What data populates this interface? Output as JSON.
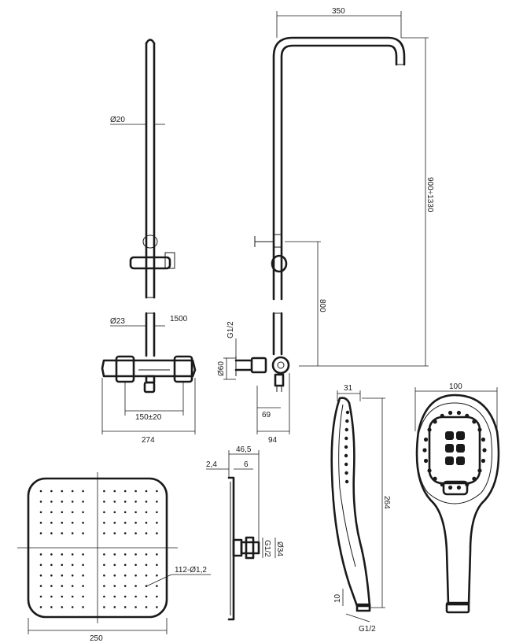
{
  "dimensions": {
    "arm_length": "350",
    "rail_height": "900÷1330",
    "rail_diameter": "Ø20",
    "thermostat_body": "Ø23",
    "hose_length": "1500",
    "mount_height": "800",
    "inlet_thread": "G1/2",
    "inlet_diameter": "Ø60",
    "offset_69": "69",
    "depth_94": "94",
    "spacing": "150±20",
    "mixer_width": "274",
    "wall_46_5": "46,5",
    "plate_2_4": "2,4",
    "plate_6": "6",
    "connector_thread": "G1/2",
    "connector_diameter": "Ø34",
    "nozzles": "112-Ø1,2",
    "head_width": "250",
    "hand_depth": "31",
    "hand_width": "100",
    "hand_length": "264",
    "hand_end": "10",
    "hand_thread": "G1/2"
  }
}
